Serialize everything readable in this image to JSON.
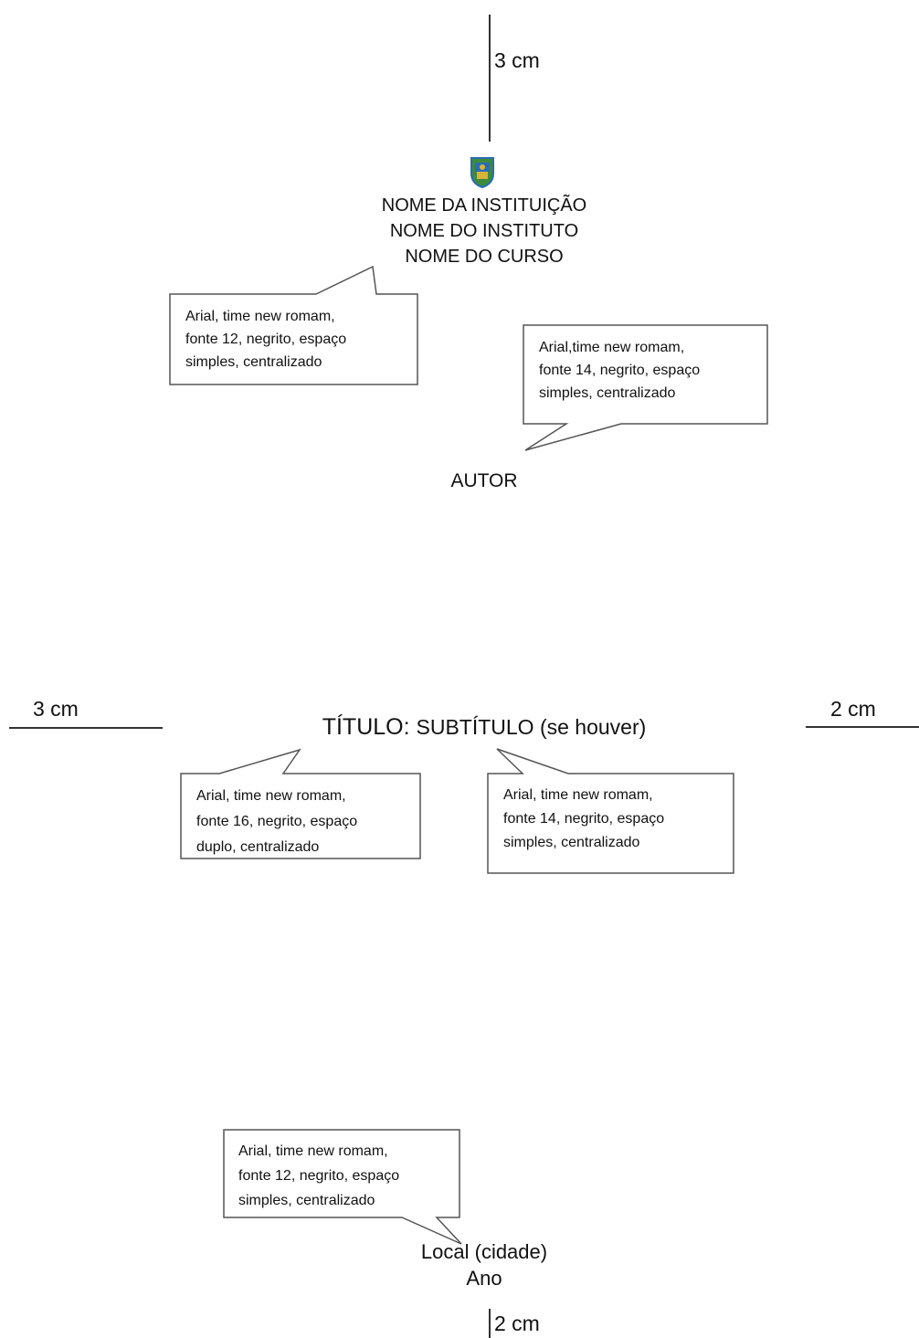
{
  "margins": {
    "top": "3 cm",
    "left": "3 cm",
    "right": "2 cm",
    "bottom": "2 cm"
  },
  "header": {
    "institution": "NOME DA INSTITUIÇÃO",
    "institute": "NOME DO INSTITUTO",
    "course": "NOME DO CURSO"
  },
  "author": "AUTOR",
  "title": {
    "main": "TÍTULO:",
    "subtitle": "SUBTÍTULO (se houver)"
  },
  "footer": {
    "place": "Local (cidade)",
    "year": "Ano"
  },
  "notes": {
    "header_note": [
      "Arial, time new romam,",
      "fonte 12, negrito, espaço",
      "simples, centralizado"
    ],
    "author_note": [
      "Arial,time new romam,",
      "fonte 14, negrito, espaço",
      "simples, centralizado"
    ],
    "title_note": [
      "Arial, time new romam,",
      "fonte 16, negrito, espaço",
      "duplo, centralizado"
    ],
    "subtitle_note": [
      "Arial, time new romam,",
      "fonte 14, negrito, espaço",
      "simples, centralizado"
    ],
    "footer_note": [
      "Arial, time new romam,",
      "fonte 12, negrito, espaço",
      "simples, centralizado"
    ]
  },
  "colors": {
    "line": "#333333",
    "box_border": "#555555",
    "logo_blue": "#2a6cb3",
    "logo_green": "#3d8b3d",
    "logo_gold": "#d8b23a"
  }
}
